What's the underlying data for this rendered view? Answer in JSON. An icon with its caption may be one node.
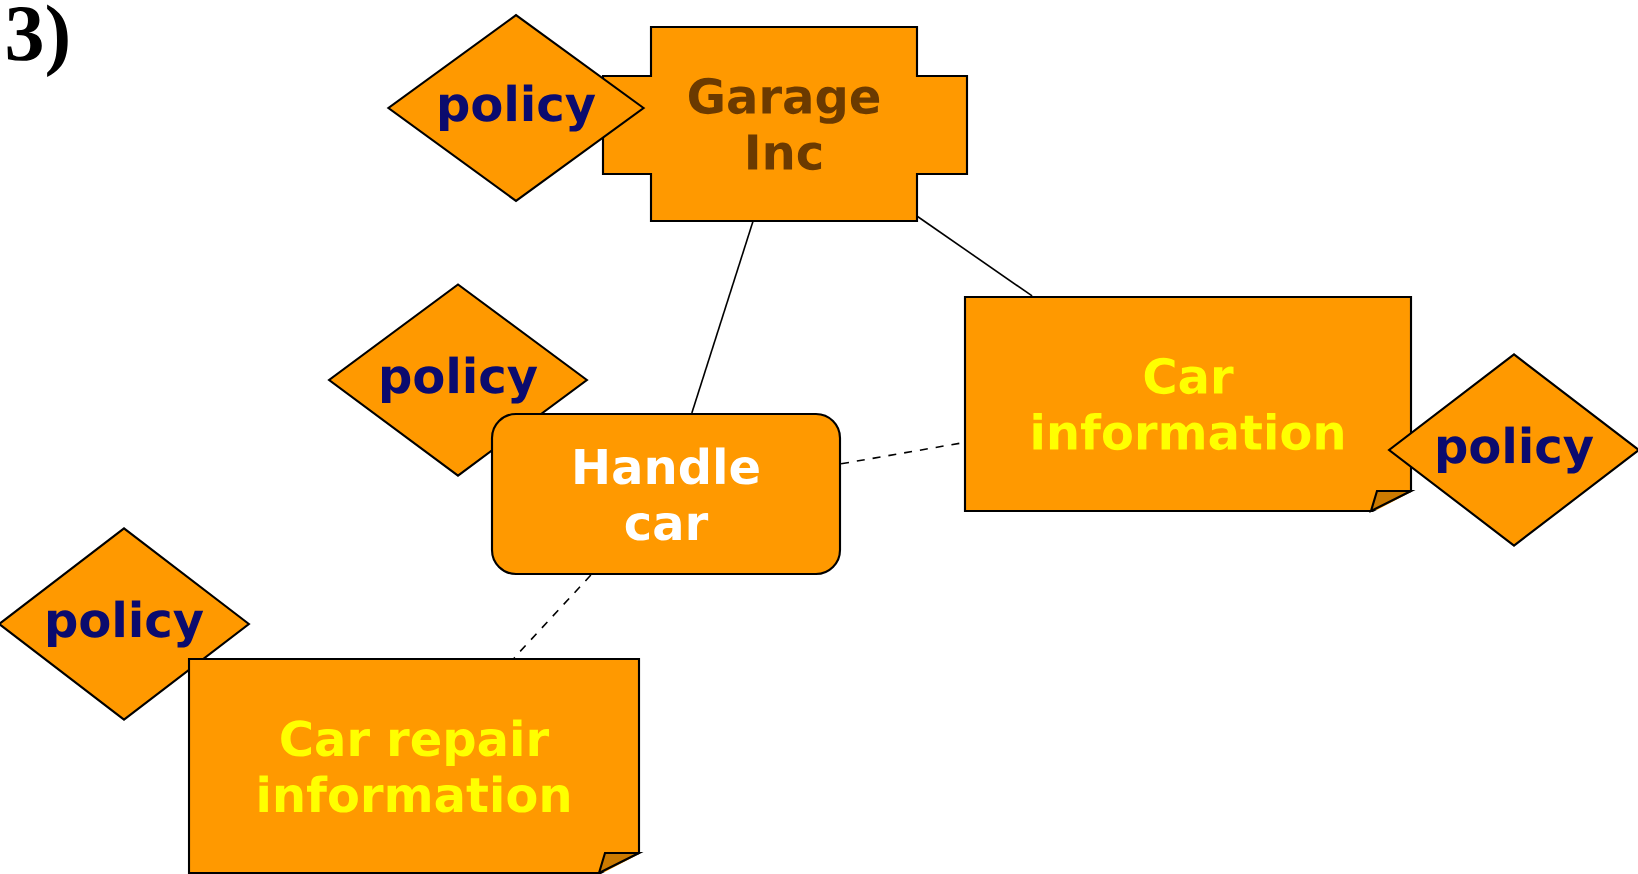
{
  "diagram": {
    "nodes": [
      {
        "text": [
          "policy"
        ]
      },
      {
        "text": [
          "Garage Inc"
        ]
      },
      {
        "text": [
          "Car information"
        ]
      },
      {
        "text": [
          "policy"
        ]
      },
      {
        "text": [
          "Handle car"
        ]
      },
      {
        "text": [
          "policy"
        ]
      },
      {
        "text": [
          "policy"
        ]
      },
      {
        "text": [
          "Car repair information"
        ]
      }
    ],
    "edges": [
      {
        "from": 1,
        "to": 4,
        "arrow": "none"
      },
      {
        "from": 1,
        "to": 2,
        "arrow": "none"
      },
      {
        "from": 4,
        "to": 2,
        "arrow": "none",
        "style": "dashed"
      },
      {
        "from": 4,
        "to": 7,
        "arrow": "none",
        "style": "dashed"
      }
    ],
    "labels": [
      "3)"
    ]
  }
}
